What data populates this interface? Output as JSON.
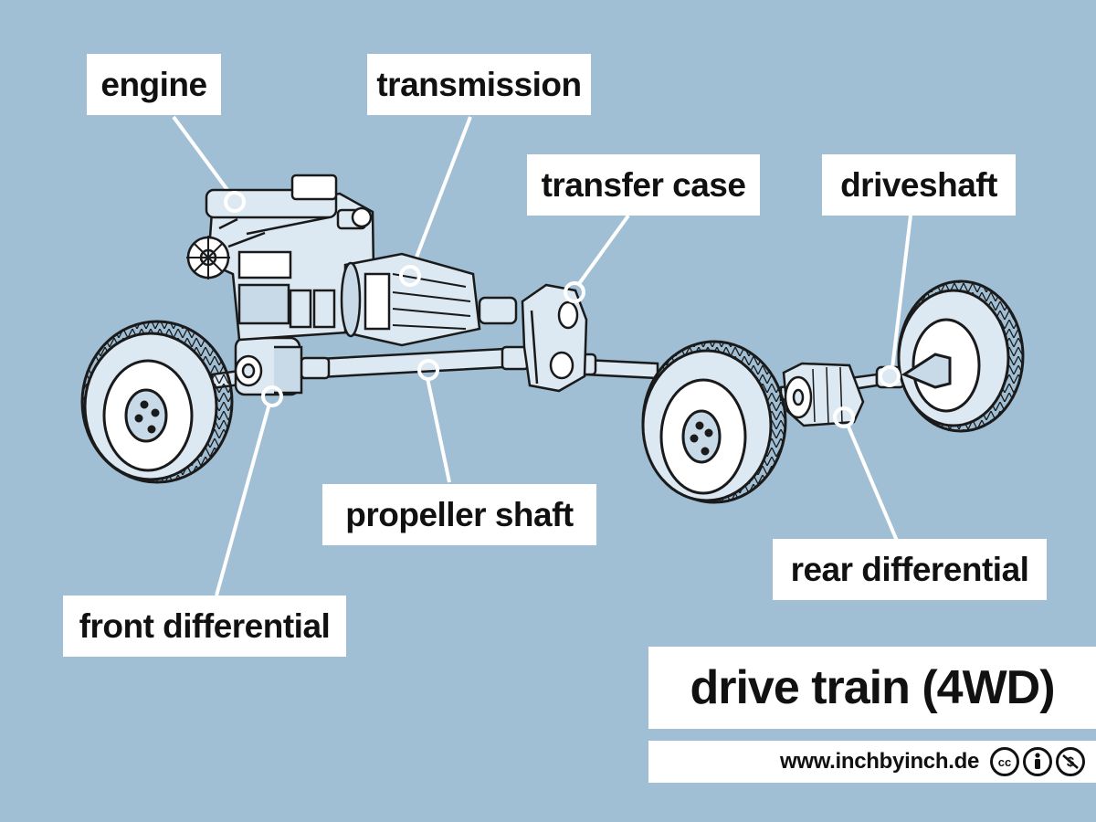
{
  "labels": {
    "engine": "engine",
    "transmission": "transmission",
    "transfer_case": "transfer case",
    "driveshaft": "driveshaft",
    "propeller_shaft": "propeller shaft",
    "rear_differential": "rear differential",
    "front_differential": "front differential"
  },
  "title": "drive train (4WD)",
  "footer": {
    "website": "www.inchbyinch.de",
    "license_icons": [
      "cc-icon",
      "attribution-icon",
      "noncommercial-icon"
    ]
  },
  "colors": {
    "background": "#a0bfd4",
    "label_bg": "#ffffff",
    "text": "#111111",
    "illustration_fill": "#dce8f2",
    "outline": "#1a1a1a"
  }
}
